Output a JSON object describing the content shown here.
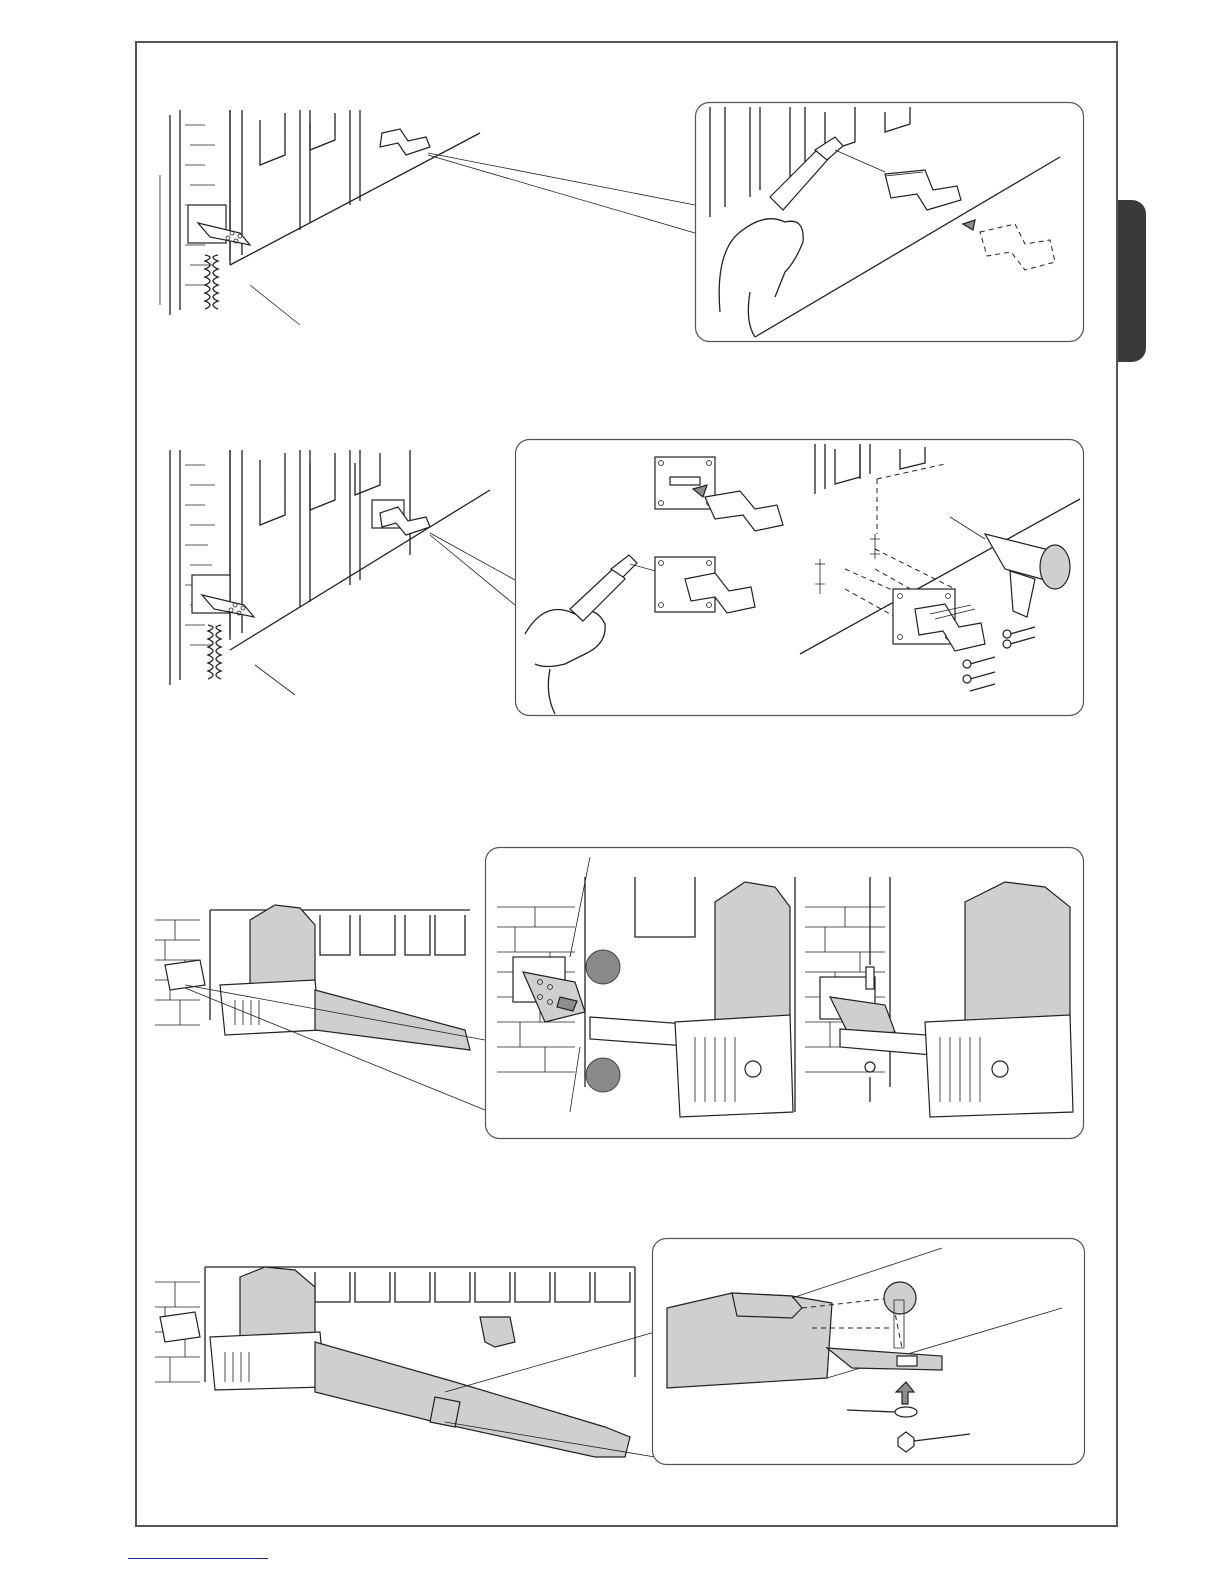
{
  "colors": {
    "frame": "#555555",
    "side_tab": "#3a3a3a",
    "footer_rule": "#1a2a9a",
    "callout_circle": "#8a8a8a",
    "part_fill": "#cfcfcf"
  },
  "steps": [
    {
      "id": "step-1",
      "scene": "gate-post-bracket",
      "detail": "welding-bracket-to-gate-leaf"
    },
    {
      "id": "step-2",
      "scene": "gate-post-bracket-with-plate",
      "detail": "welding-plate-and-drilling-fixing-holes"
    },
    {
      "id": "step-3",
      "scene": "operator-mounted-at-post",
      "detail": "pin-insertion-and-screw-fixing"
    },
    {
      "id": "step-4",
      "scene": "operator-arm-attached-to-gate",
      "detail": "arm-end-fixing-with-washer-and-nut"
    }
  ],
  "icons": [
    "welding-torch-icon",
    "drill-icon",
    "screw-icon",
    "washer-icon",
    "nut-icon",
    "arrow-icon",
    "callout-circle-icon"
  ]
}
